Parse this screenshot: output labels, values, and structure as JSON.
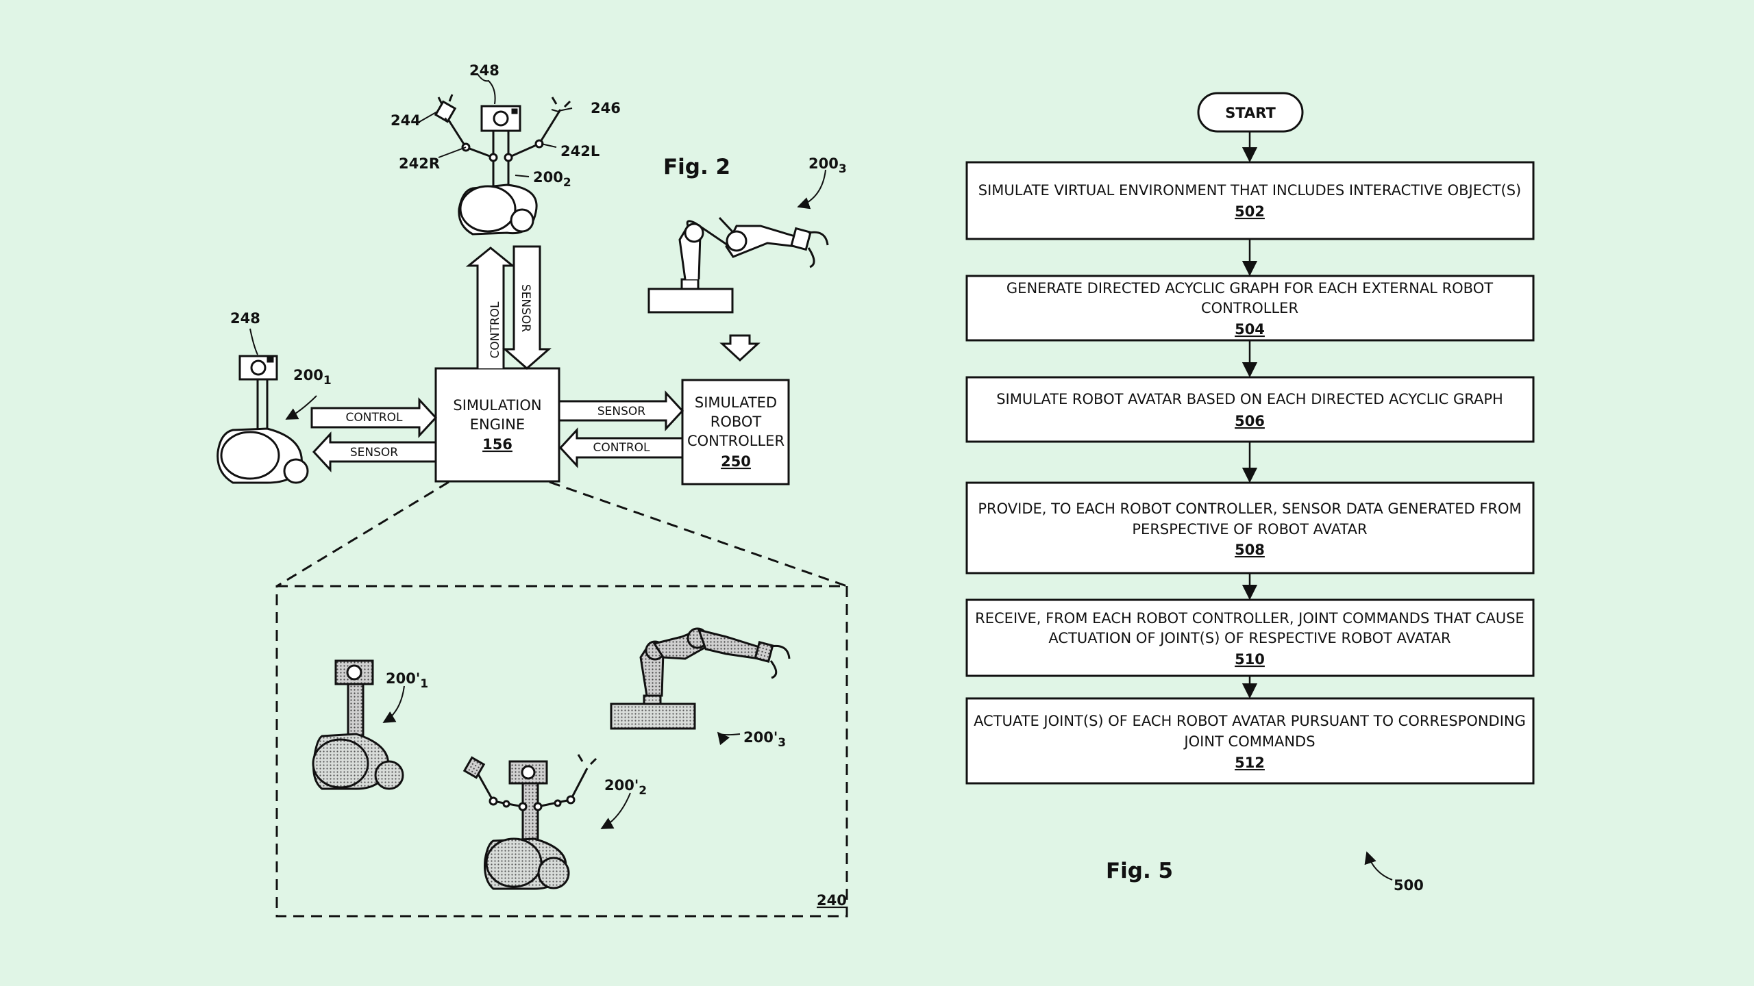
{
  "fig2": {
    "title": "Fig. 2",
    "sim_engine": {
      "line1": "SIMULATION",
      "line2": "ENGINE",
      "ref": "156"
    },
    "sim_controller": {
      "line1": "SIMULATED",
      "line2": "ROBOT",
      "line3": "CONTROLLER",
      "ref": "250"
    },
    "arrows": {
      "control_up": "CONTROL",
      "sensor_down": "SENSOR",
      "robot1_control": "CONTROL",
      "robot1_sensor": "SENSOR",
      "controller_sensor": "SENSOR",
      "controller_control": "CONTROL"
    },
    "labels": {
      "cam_top": "248",
      "gripper_left": "244",
      "gripper_right": "246",
      "arm_right": "242R",
      "arm_left": "242L",
      "robot2": "200",
      "robot2_sub": "2",
      "robot3": "200",
      "robot3_sub": "3",
      "cam_robot1": "248",
      "robot1": "200",
      "robot1_sub": "1",
      "virtual_env": "240",
      "avatar1": "200'",
      "avatar1_sub": "1",
      "avatar2": "200'",
      "avatar2_sub": "2",
      "avatar3": "200'",
      "avatar3_sub": "3"
    }
  },
  "fig5": {
    "title": "Fig. 5",
    "ref": "500",
    "start": "START",
    "steps": [
      {
        "lines": [
          "SIMULATE VIRTUAL ENVIRONMENT THAT INCLUDES INTERACTIVE OBJECT(S)"
        ],
        "ref": "502"
      },
      {
        "lines": [
          "GENERATE DIRECTED ACYCLIC GRAPH FOR EACH EXTERNAL ROBOT",
          "CONTROLLER"
        ],
        "ref": "504"
      },
      {
        "lines": [
          "SIMULATE ROBOT AVATAR BASED ON EACH DIRECTED ACYCLIC GRAPH"
        ],
        "ref": "506"
      },
      {
        "lines": [
          "PROVIDE, TO EACH ROBOT CONTROLLER, SENSOR DATA GENERATED FROM",
          "PERSPECTIVE OF ROBOT AVATAR"
        ],
        "ref": "508"
      },
      {
        "lines": [
          "RECEIVE, FROM EACH ROBOT CONTROLLER, JOINT COMMANDS THAT CAUSE",
          "ACTUATION OF JOINT(S) OF RESPECTIVE ROBOT AVATAR"
        ],
        "ref": "510"
      },
      {
        "lines": [
          "ACTUATE JOINT(S) OF EACH ROBOT AVATAR PURSUANT TO CORRESPONDING",
          "JOINT COMMANDS"
        ],
        "ref": "512"
      }
    ]
  }
}
